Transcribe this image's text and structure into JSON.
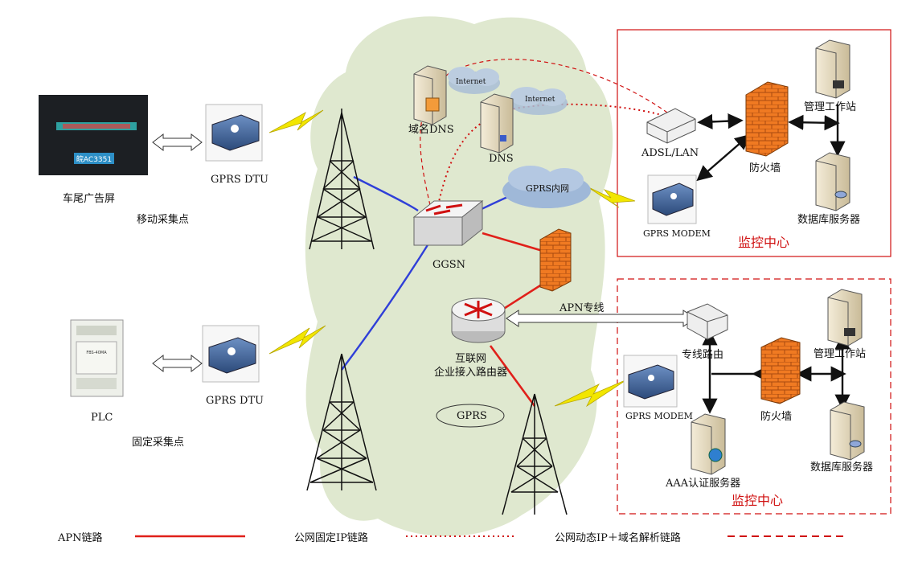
{
  "labels": {
    "rear_screen": "车尾广告屏",
    "mobile_point": "移动采集点",
    "plc": "PLC",
    "fixed_point": "固定采集点",
    "dtu1": "GPRS DTU",
    "dtu2": "GPRS DTU",
    "domain_dns": "域名DNS",
    "dns": "DNS",
    "internet1": "Internet",
    "internet2": "Internet",
    "ggsn": "GGSN",
    "gprs_intranet": "GPRS内网",
    "apn_line": "APN专线",
    "router": "互联网\n企业接入路由器",
    "gprs": "GPRS",
    "adsl": "ADSL/LAN",
    "firewall_top": "防火墙",
    "workstation_top": "管理工作站",
    "db_top": "数据库服务器",
    "modem_top": "GPRS MODEM",
    "monitor_top": "监控中心",
    "leased_router": "专线路由",
    "firewall_bottom": "防火墙",
    "workstation_bottom": "管理工作站",
    "db_bottom": "数据库服务器",
    "modem_bottom": "GPRS MODEM",
    "aaa": "AAA认证服务器",
    "monitor_bottom": "监控中心",
    "plate": "皖AC3351",
    "plc_brand": "FBS-40MA"
  },
  "legend": {
    "apn": "APN链路",
    "fixed_ip": "公网固定IP链路",
    "dynamic_ip": "公网动态IP＋域名解析链路"
  },
  "colors": {
    "cloud": "#dfe8cf",
    "red": "#e0201a",
    "blue": "#2f3fd8",
    "firewall": "#f07a22",
    "lightning": "#f2e600"
  }
}
